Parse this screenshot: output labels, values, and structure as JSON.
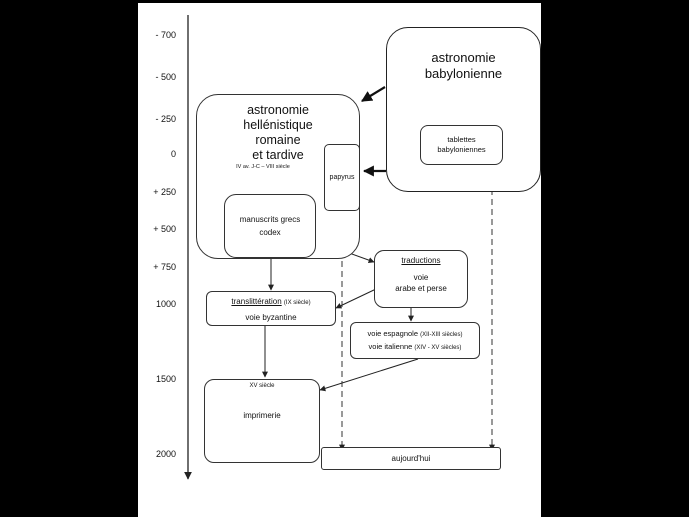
{
  "timeline": {
    "ticks": [
      "- 700",
      "- 500",
      "- 250",
      "0",
      "+ 250",
      "+ 500",
      "+ 750",
      "1000",
      "1500",
      "2000"
    ]
  },
  "boxes": {
    "babylonian": {
      "line1": "astronomie",
      "line2": "babylonienne"
    },
    "tablets": {
      "line1": "tablettes",
      "line2": "babyloniennes"
    },
    "hellenistic": {
      "line1": "astronomie",
      "line2": "hellénistique",
      "line3": "romaine",
      "line4": "et tardive",
      "note": "IV av. J-C – VIII siècle"
    },
    "papyrus": {
      "label": "papyrus"
    },
    "manuscripts": {
      "line1": "manuscrits grecs",
      "line2": "codex"
    },
    "translations": {
      "title": "traductions",
      "line1": "voie",
      "line2": "arabe et perse"
    },
    "transliteration": {
      "title": "translittération",
      "note": "(IX siècle)",
      "label": "voie byzantine"
    },
    "spanish_italian": {
      "line1": "voie espagnole",
      "note1": "(XII-XIII siècles)",
      "line2": "voie italienne",
      "note2": "(XIV - XV siècles)"
    },
    "printing": {
      "note": "XV siècle",
      "label": "imprimerie"
    },
    "today": {
      "label": "aujourd'hui"
    }
  },
  "colors": {
    "background": "#000000",
    "slide": "#ffffff",
    "ink": "#111111"
  }
}
